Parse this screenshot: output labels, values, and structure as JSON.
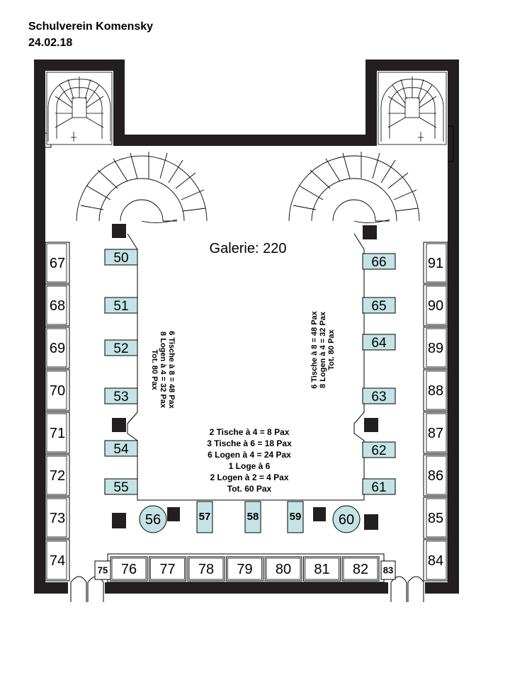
{
  "header": {
    "title": "Schulverein Komensky",
    "date": "24.02.18"
  },
  "galerie_label": "Galerie: 220",
  "tables": {
    "left_inner": [
      "50",
      "51",
      "52",
      "53",
      "54",
      "55"
    ],
    "right_inner": [
      "66",
      "65",
      "64",
      "63",
      "62",
      "61"
    ],
    "left_logen": [
      "67",
      "68",
      "69",
      "70",
      "71",
      "72",
      "73",
      "74"
    ],
    "right_logen": [
      "91",
      "90",
      "89",
      "88",
      "87",
      "86",
      "85",
      "84"
    ],
    "bottom_logen": [
      "75",
      "76",
      "77",
      "78",
      "79",
      "80",
      "81",
      "82",
      "83"
    ],
    "bottom_inner": [
      "57",
      "58",
      "59"
    ],
    "round_tables": [
      "56",
      "60"
    ]
  },
  "notes": {
    "left": [
      "6 Tische à 8 = 48 Pax",
      "8 Logen à 4 = 32 Pax",
      "Tot. 80 Pax"
    ],
    "right": [
      "6 Tische à 8 = 48 Pax",
      "8 Logen à 4 = 32 Pax",
      "Tot. 80 Pax"
    ],
    "center": [
      "2 Tische  à 4 = 8 Pax",
      "3 Tische à 6 = 18 Pax",
      "6 Logen à 4 = 24 Pax",
      "1 Loge à 6",
      "2 Logen à 2 =  4 Pax",
      "Tot. 60 Pax"
    ]
  },
  "colors": {
    "wall": "#231f20",
    "table_fill": "#c5e3e4",
    "loge_fill": "#ffffff"
  }
}
